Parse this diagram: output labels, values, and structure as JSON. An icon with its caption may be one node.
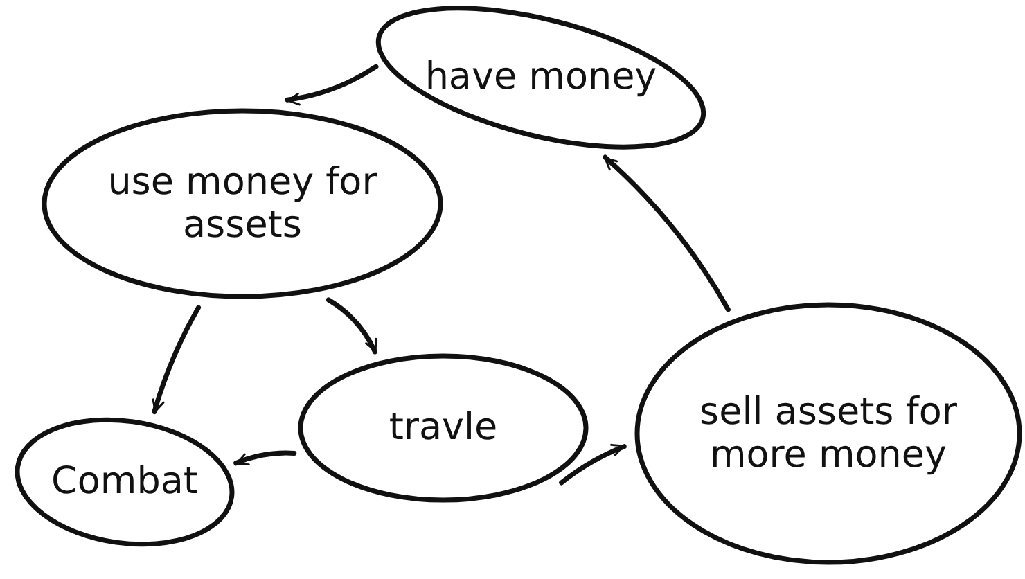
{
  "diagram": {
    "nodes": [
      {
        "text": [
          "have money"
        ]
      },
      {
        "text": [
          "use money for assets"
        ]
      },
      {
        "text": [
          "Combat"
        ]
      },
      {
        "text": [
          "travle"
        ]
      },
      {
        "text": [
          "sell assets for more money"
        ]
      }
    ],
    "edges": [
      {
        "from": 0,
        "to": 1,
        "arrow": "to"
      },
      {
        "from": 1,
        "to": 2,
        "arrow": "to"
      },
      {
        "from": 1,
        "to": 3,
        "arrow": "to"
      },
      {
        "from": 3,
        "to": 2,
        "arrow": "to"
      },
      {
        "from": 3,
        "to": 4,
        "arrow": "to"
      },
      {
        "from": 4,
        "to": 0,
        "arrow": "to"
      }
    ]
  }
}
